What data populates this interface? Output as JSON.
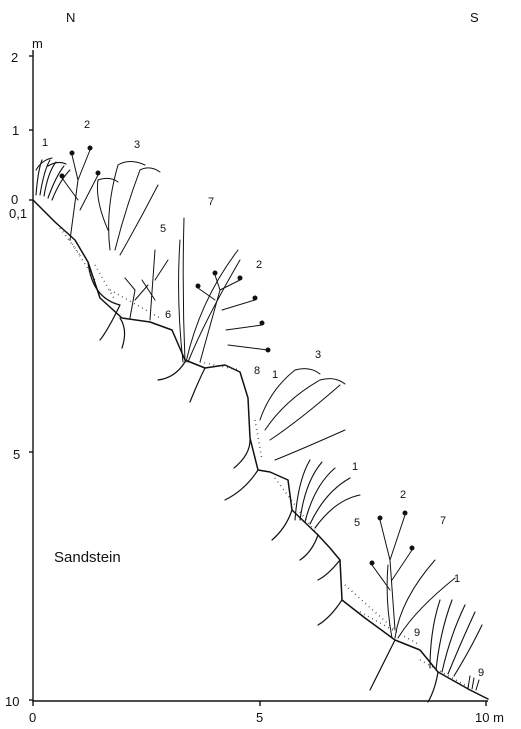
{
  "compass": {
    "north": "N",
    "south": "S"
  },
  "y_axis": {
    "unit": "m",
    "ticks": [
      "2",
      "1",
      "0",
      "0,1",
      "5",
      "10"
    ]
  },
  "x_axis": {
    "unit": "m",
    "ticks": [
      "0",
      "5",
      "10 m"
    ]
  },
  "substrate_label": "Sandstein",
  "plant_numbers": [
    "1",
    "2",
    "3",
    "5",
    "6",
    "7",
    "2",
    "8",
    "1",
    "3",
    "1",
    "5",
    "2",
    "7",
    "1",
    "9",
    "9"
  ]
}
